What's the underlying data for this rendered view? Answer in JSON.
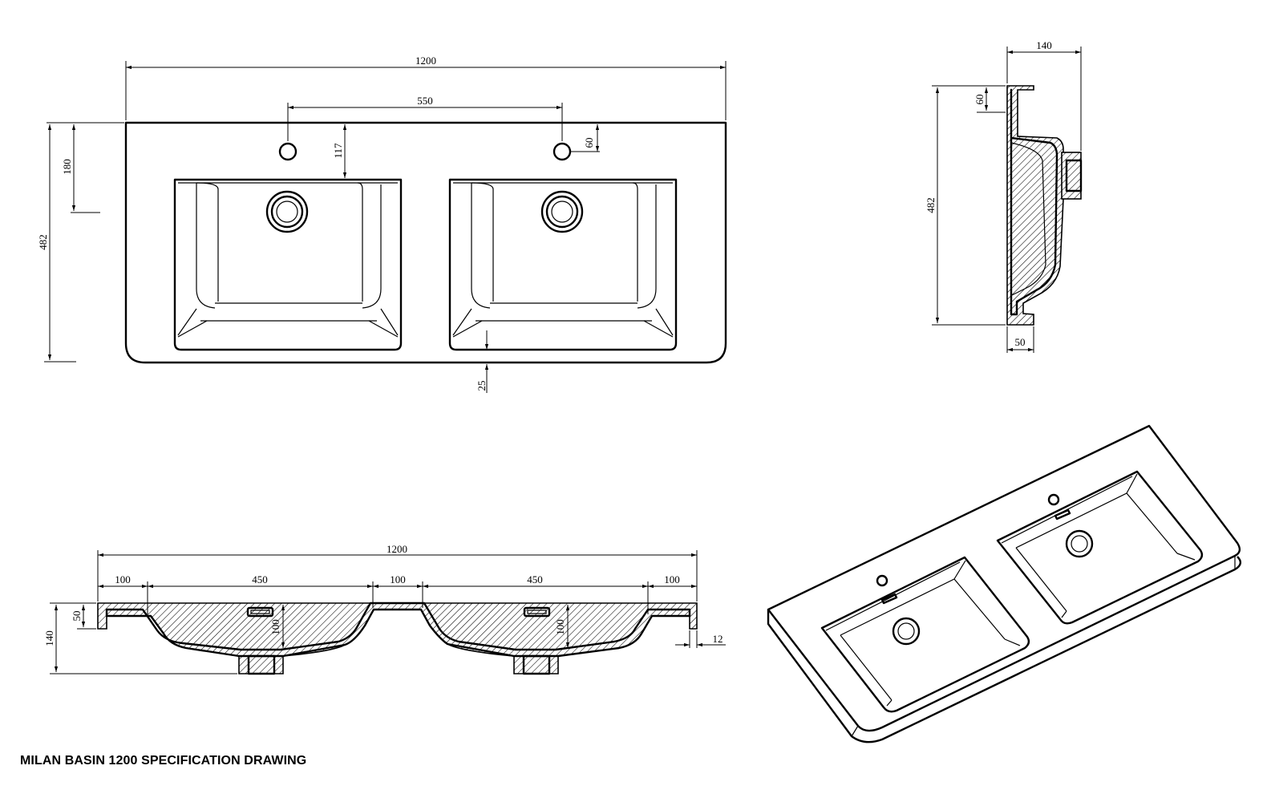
{
  "title": "MILAN BASIN 1200 SPECIFICATION DRAWING",
  "views": {
    "top_view": {
      "overall_width": "1200",
      "tap_hole_spacing": "550",
      "tap_hole_to_bowl": "117",
      "tap_hole_from_back": "60",
      "bowl_from_back": "180",
      "overall_depth": "482",
      "front_lip": "25"
    },
    "side_view": {
      "overall_height": "140",
      "overall_depth": "482",
      "upstand_height": "60",
      "front_edge": "50"
    },
    "front_section": {
      "overall_width": "1200",
      "segments": [
        "100",
        "450",
        "100",
        "450",
        "100"
      ],
      "overall_height": "140",
      "rim_height": "50",
      "bowl_depth_left": "100",
      "bowl_depth_right": "100",
      "wall_thickness": "12"
    }
  },
  "colors": {
    "line": "#000000",
    "background": "#ffffff"
  }
}
